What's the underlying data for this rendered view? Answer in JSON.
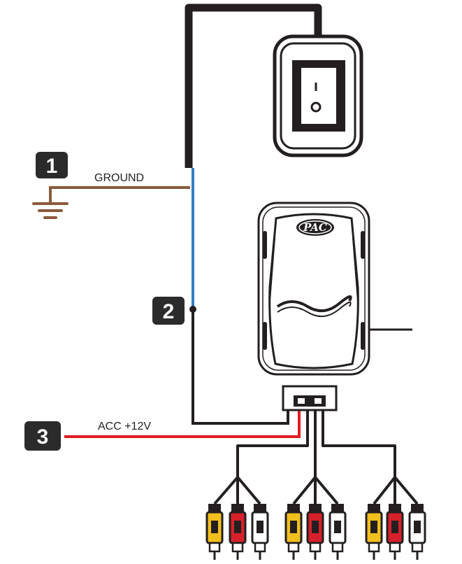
{
  "badges": {
    "ground": "1",
    "sense": "2",
    "acc": "3"
  },
  "labels": {
    "ground": "GROUND",
    "acc": "ACC +12V"
  },
  "module": {
    "logo": "PAC"
  },
  "colors": {
    "ground_wire": "#8a5a3a",
    "sense_wire": "#2f80c8",
    "acc_wire": "#e11b22",
    "main_wire": "#231f20",
    "badge_bg": "#2b2b2b",
    "rca_yellow": "#f2c01e",
    "rca_red": "#d6202a",
    "rca_white": "#ffffff"
  },
  "icons": [
    "switch-icon",
    "ground-symbol-icon",
    "rca-plug-icon"
  ]
}
